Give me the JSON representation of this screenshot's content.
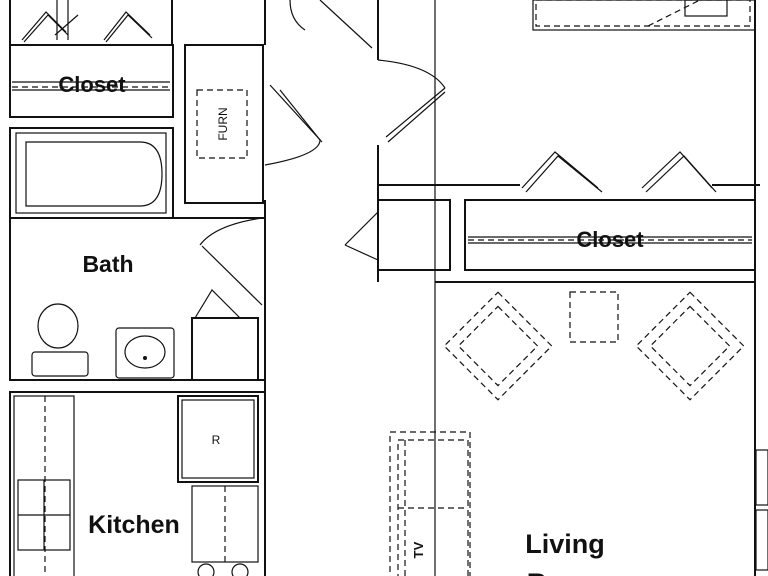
{
  "plan": {
    "rooms": {
      "closet_left": "Closet",
      "closet_right": "Closet",
      "bath": "Bath",
      "kitchen": "Kitchen",
      "living": "Living",
      "living_2": "Room"
    },
    "fixtures": {
      "furnace": "FURN",
      "refrigerator": "R",
      "tv": "TV"
    }
  }
}
